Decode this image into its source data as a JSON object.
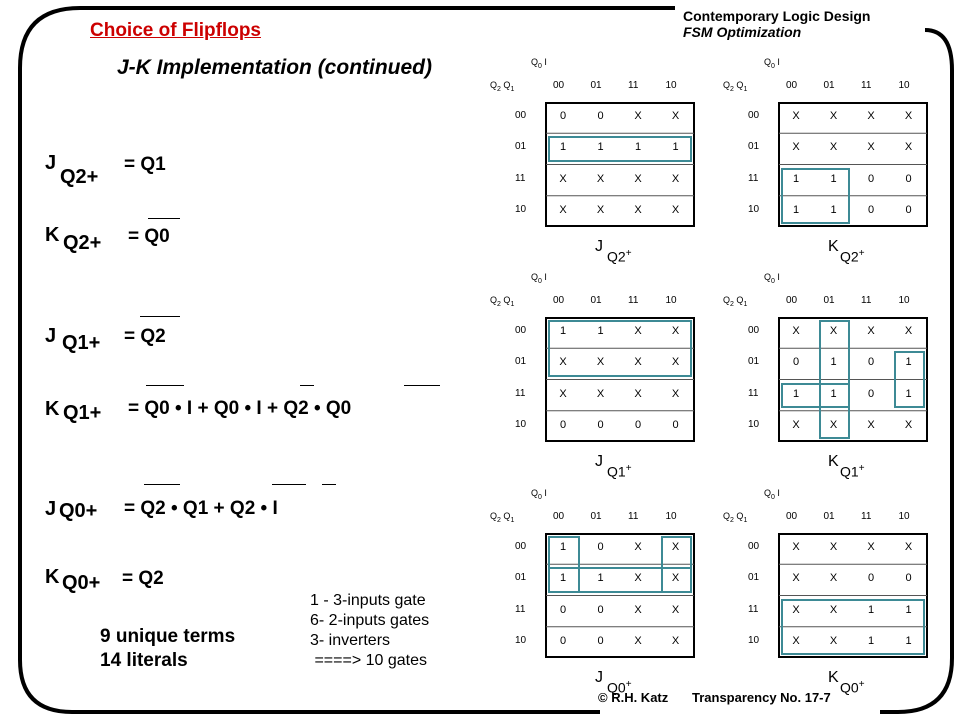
{
  "header": {
    "section_title": "Choice of Flipflops",
    "course": "Contemporary Logic Design",
    "topic": "FSM Optimization",
    "subtitle": "J-K Implementation (continued)"
  },
  "equations": [
    {
      "letter": "J",
      "sub": "Q2+",
      "rhs": "= Q1"
    },
    {
      "letter": "K",
      "sub": "Q2+",
      "rhs": "= Q0"
    },
    {
      "letter": "J",
      "sub": "Q1+",
      "rhs": "= Q2"
    },
    {
      "letter": "K",
      "sub": "Q1+",
      "rhs": "= Q0 • I  +  Q0 • I  +  Q2 • Q0"
    },
    {
      "letter": "J",
      "sub": "Q0+",
      "rhs": "= Q2 • Q1  +  Q2 • I"
    },
    {
      "letter": "K",
      "sub": "Q0+",
      "rhs": "= Q2"
    }
  ],
  "notes": [
    "1 - 3-inputs gate",
    "6-  2-inputs gates",
    "3-  inverters",
    " ====> 10 gates"
  ],
  "summary": {
    "terms": "9 unique terms",
    "literals": "14 literals"
  },
  "footer": {
    "copyright": "© R.H. Katz",
    "transparency": "Transparency No. 17-7"
  },
  "kmap_common": {
    "q0": "Q",
    "q0_sub": "0",
    "i": "I",
    "q2": "Q",
    "q2_sub": "2",
    "q1": "Q",
    "q1_sub": "1",
    "cols": [
      "00",
      "01",
      "11",
      "10"
    ],
    "rows": [
      "00",
      "01",
      "11",
      "10"
    ]
  },
  "kmaps": [
    {
      "letter": "J",
      "sub": "Q2",
      "sup": "+",
      "cells": [
        [
          "0",
          "0",
          "X",
          "X"
        ],
        [
          "1",
          "1",
          "1",
          "1"
        ],
        [
          "X",
          "X",
          "X",
          "X"
        ],
        [
          "X",
          "X",
          "X",
          "X"
        ]
      ]
    },
    {
      "letter": "K",
      "sub": "Q2",
      "sup": "+",
      "cells": [
        [
          "X",
          "X",
          "X",
          "X"
        ],
        [
          "X",
          "X",
          "X",
          "X"
        ],
        [
          "1",
          "1",
          "0",
          "0"
        ],
        [
          "1",
          "1",
          "0",
          "0"
        ]
      ]
    },
    {
      "letter": "J",
      "sub": "Q1",
      "sup": "+",
      "cells": [
        [
          "1",
          "1",
          "X",
          "X"
        ],
        [
          "X",
          "X",
          "X",
          "X"
        ],
        [
          "X",
          "X",
          "X",
          "X"
        ],
        [
          "0",
          "0",
          "0",
          "0"
        ]
      ]
    },
    {
      "letter": "K",
      "sub": "Q1",
      "sup": "+",
      "cells": [
        [
          "X",
          "X",
          "X",
          "X"
        ],
        [
          "0",
          "1",
          "0",
          "1"
        ],
        [
          "1",
          "1",
          "0",
          "1"
        ],
        [
          "X",
          "X",
          "X",
          "X"
        ]
      ]
    },
    {
      "letter": "J",
      "sub": "Q0",
      "sup": "+",
      "cells": [
        [
          "1",
          "0",
          "X",
          "X"
        ],
        [
          "1",
          "1",
          "X",
          "X"
        ],
        [
          "0",
          "0",
          "X",
          "X"
        ],
        [
          "0",
          "0",
          "X",
          "X"
        ]
      ]
    },
    {
      "letter": "K",
      "sub": "Q0",
      "sup": "+",
      "cells": [
        [
          "X",
          "X",
          "X",
          "X"
        ],
        [
          "X",
          "X",
          "0",
          "0"
        ],
        [
          "X",
          "X",
          "1",
          "1"
        ],
        [
          "X",
          "X",
          "1",
          "1"
        ]
      ]
    }
  ]
}
